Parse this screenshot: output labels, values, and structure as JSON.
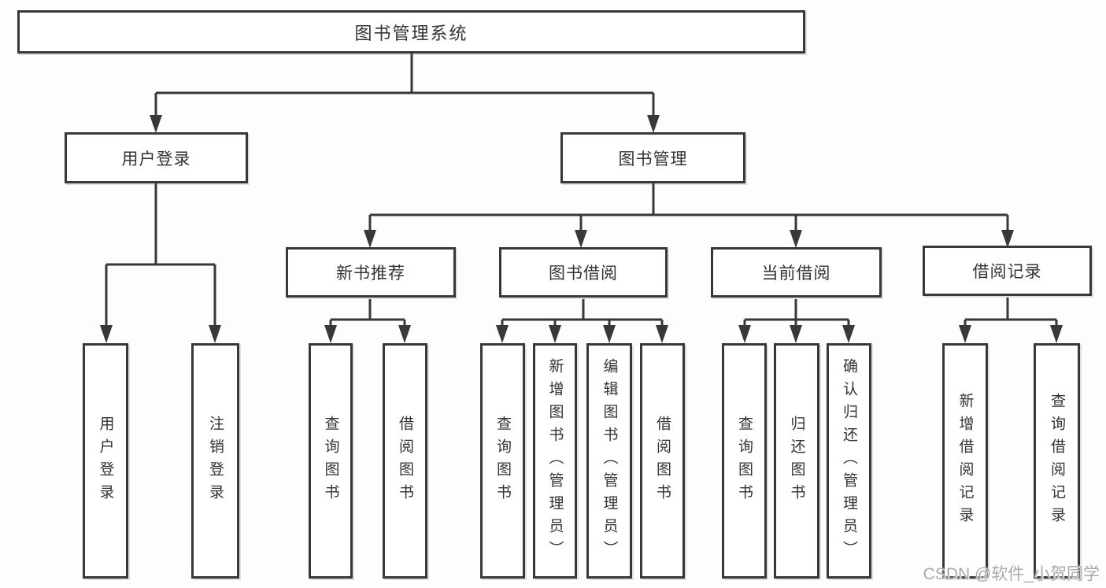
{
  "diagram_title": "图书管理系统",
  "tree": {
    "label": "图书管理系统",
    "children": [
      {
        "label": "用户登录",
        "children": [
          {
            "label": "用户登录"
          },
          {
            "label": "注销登录"
          }
        ]
      },
      {
        "label": "图书管理",
        "children": [
          {
            "label": "新书推荐",
            "children": [
              {
                "label": "查询图书"
              },
              {
                "label": "借阅图书"
              }
            ]
          },
          {
            "label": "图书借阅",
            "children": [
              {
                "label": "查询图书"
              },
              {
                "label": "新增图书（管理员）"
              },
              {
                "label": "编辑图书（管理员）"
              },
              {
                "label": "借阅图书"
              }
            ]
          },
          {
            "label": "当前借阅",
            "children": [
              {
                "label": "查询图书"
              },
              {
                "label": "归还图书"
              },
              {
                "label": "确认归还（管理员）"
              }
            ]
          },
          {
            "label": "借阅记录",
            "children": [
              {
                "label": "新增借阅记录"
              },
              {
                "label": "查询借阅记录"
              }
            ]
          }
        ]
      }
    ]
  },
  "watermark": {
    "text": "CSDN @软件_小贺同学"
  },
  "colors": {
    "line": "#383838",
    "box_border": "#383838",
    "box_fill": "#ffffff",
    "text": "#333333",
    "watermark_text": "#a9a9ab",
    "background": "#fdfdfd"
  }
}
